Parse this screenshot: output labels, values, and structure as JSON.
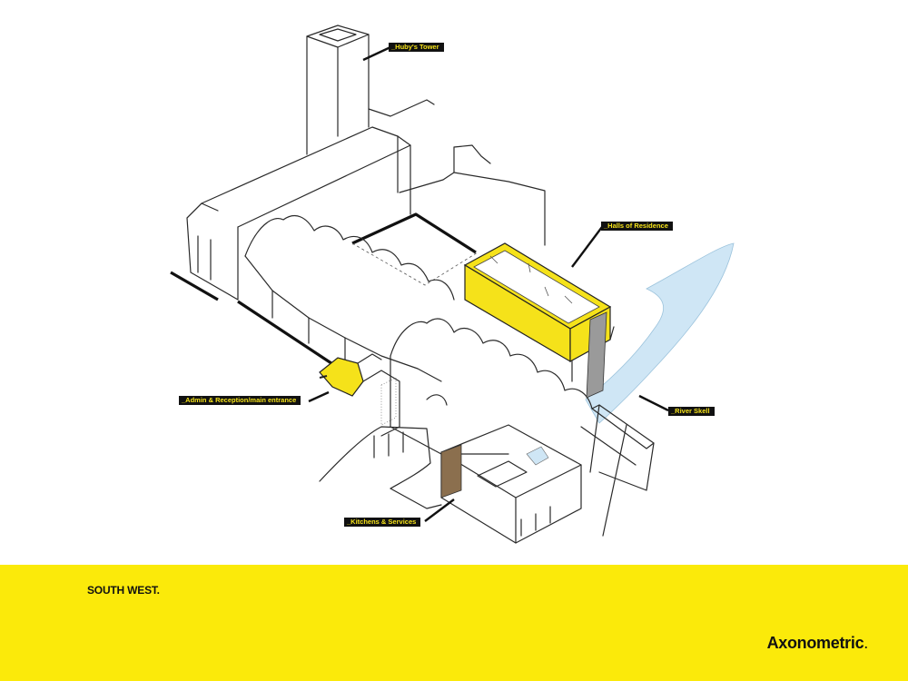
{
  "callouts": {
    "hubys_tower": "_Huby's Tower",
    "halls_of_residence": "_Halls of Residence",
    "admin_reception": "_Admin & Reception/main entrance",
    "river_skell": "_River Skell",
    "kitchens_services": "_Kitchens & Services"
  },
  "footer": {
    "view_direction": "SOUTH WEST.",
    "drawing_type": "Axonometric",
    "drawing_type_suffix": "."
  },
  "colors": {
    "highlight_yellow": "#f5e21a",
    "footer_yellow": "#fbea0a",
    "river_blue": "#cfe6f5",
    "label_black": "#111111"
  },
  "icons": {
    "leader_lines": "leader-line",
    "north_arrow": "none"
  }
}
